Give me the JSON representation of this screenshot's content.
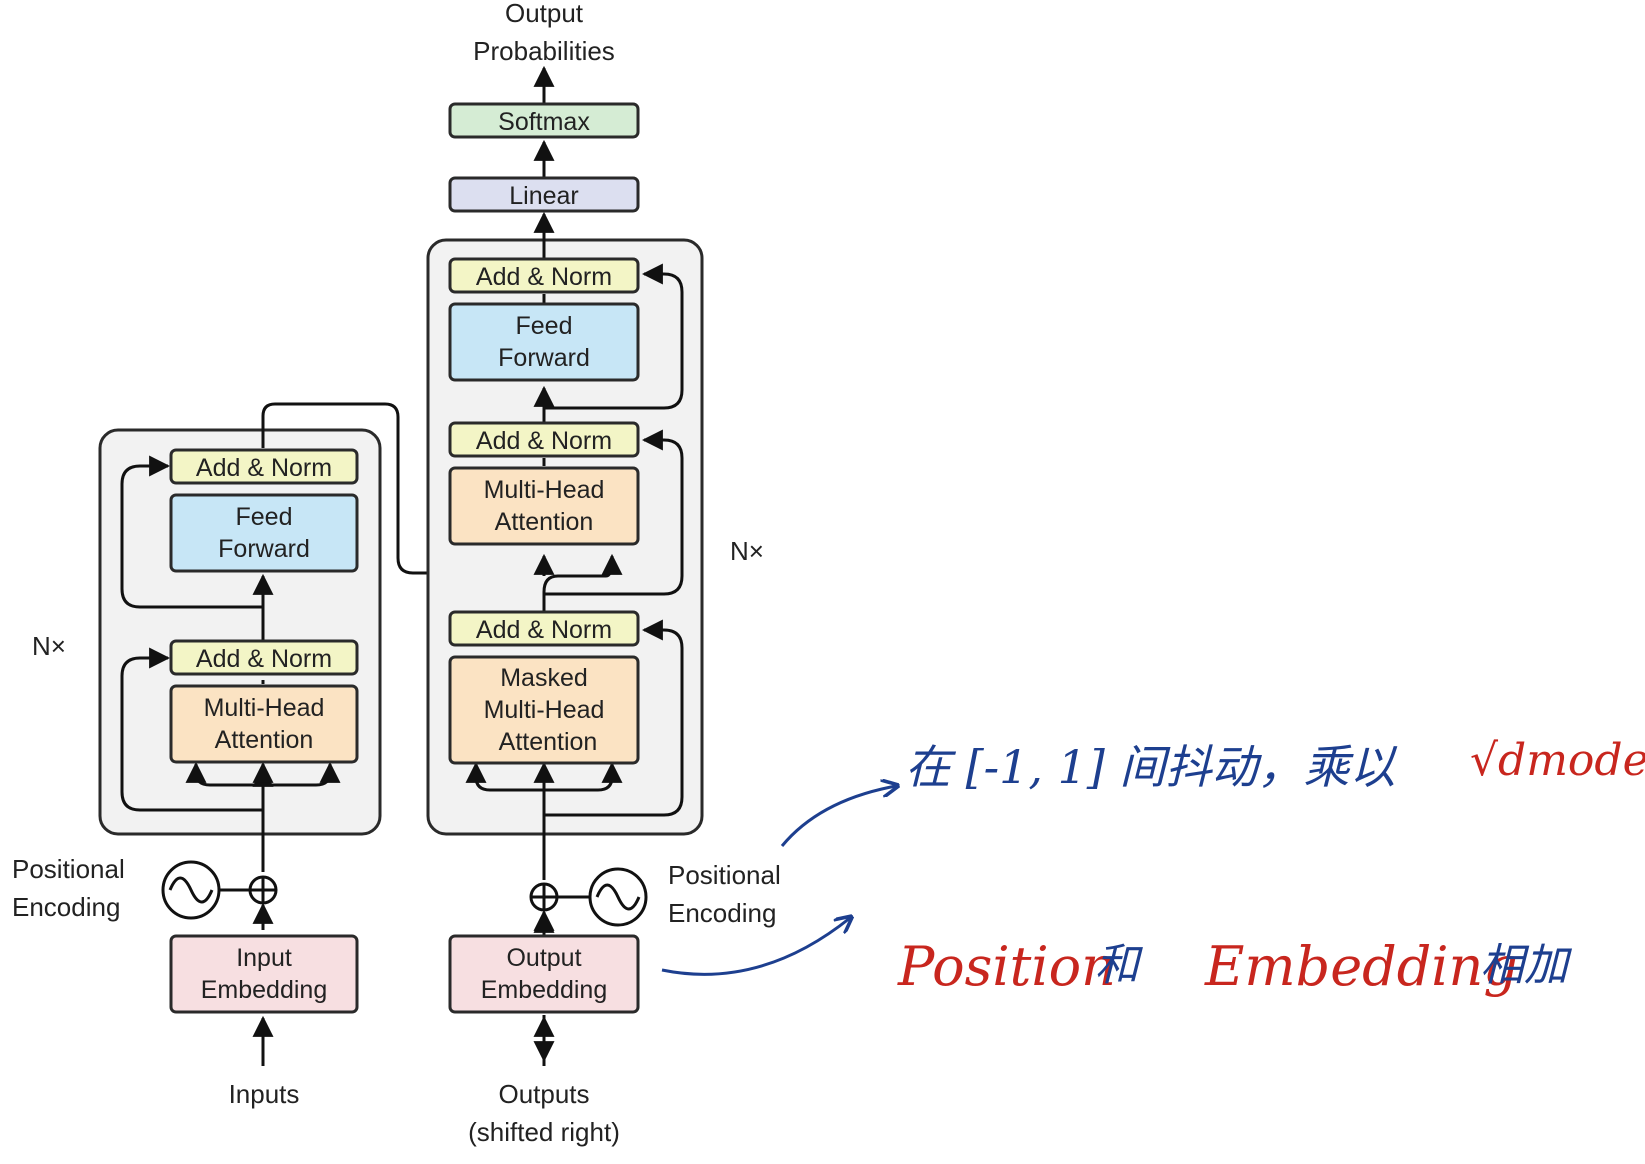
{
  "diagram": {
    "output": {
      "line1": "Output",
      "line2": "Probabilities"
    },
    "softmax": "Softmax",
    "linear": "Linear",
    "add_norm": "Add & Norm",
    "feed_forward": {
      "line1": "Feed",
      "line2": "Forward"
    },
    "multi_head": {
      "line1": "Multi-Head",
      "line2": "Attention"
    },
    "masked": {
      "line1": "Masked",
      "line2": "Multi-Head",
      "line3": "Attention"
    },
    "nx": "N×",
    "positional": {
      "line1": "Positional",
      "line2": "Encoding"
    },
    "input_embedding": {
      "line1": "Input",
      "line2": "Embedding"
    },
    "output_embedding": {
      "line1": "Output",
      "line2": "Embedding"
    },
    "inputs": "Inputs",
    "outputs": {
      "line1": "Outputs",
      "line2": "(shifted right)"
    }
  },
  "annotations": {
    "note1_blue": "在 [-1, 1] 间抖动，乘以",
    "note1_red": "√dmodel",
    "note2_red1": "Position",
    "note2_blue": "和",
    "note2_red2": "Embedding",
    "note2_blue2": "相加"
  },
  "colors": {
    "softmax": "#d5ecd4",
    "linear": "#dcdff0",
    "add_norm": "#f3f5c6",
    "feed_forward": "#c7e6f6",
    "attention": "#fbe3c3",
    "embedding": "#f7dfe1",
    "stack_bg": "#f2f2f2",
    "ink_blue": "#1d3f8f",
    "ink_red": "#c8261e"
  }
}
